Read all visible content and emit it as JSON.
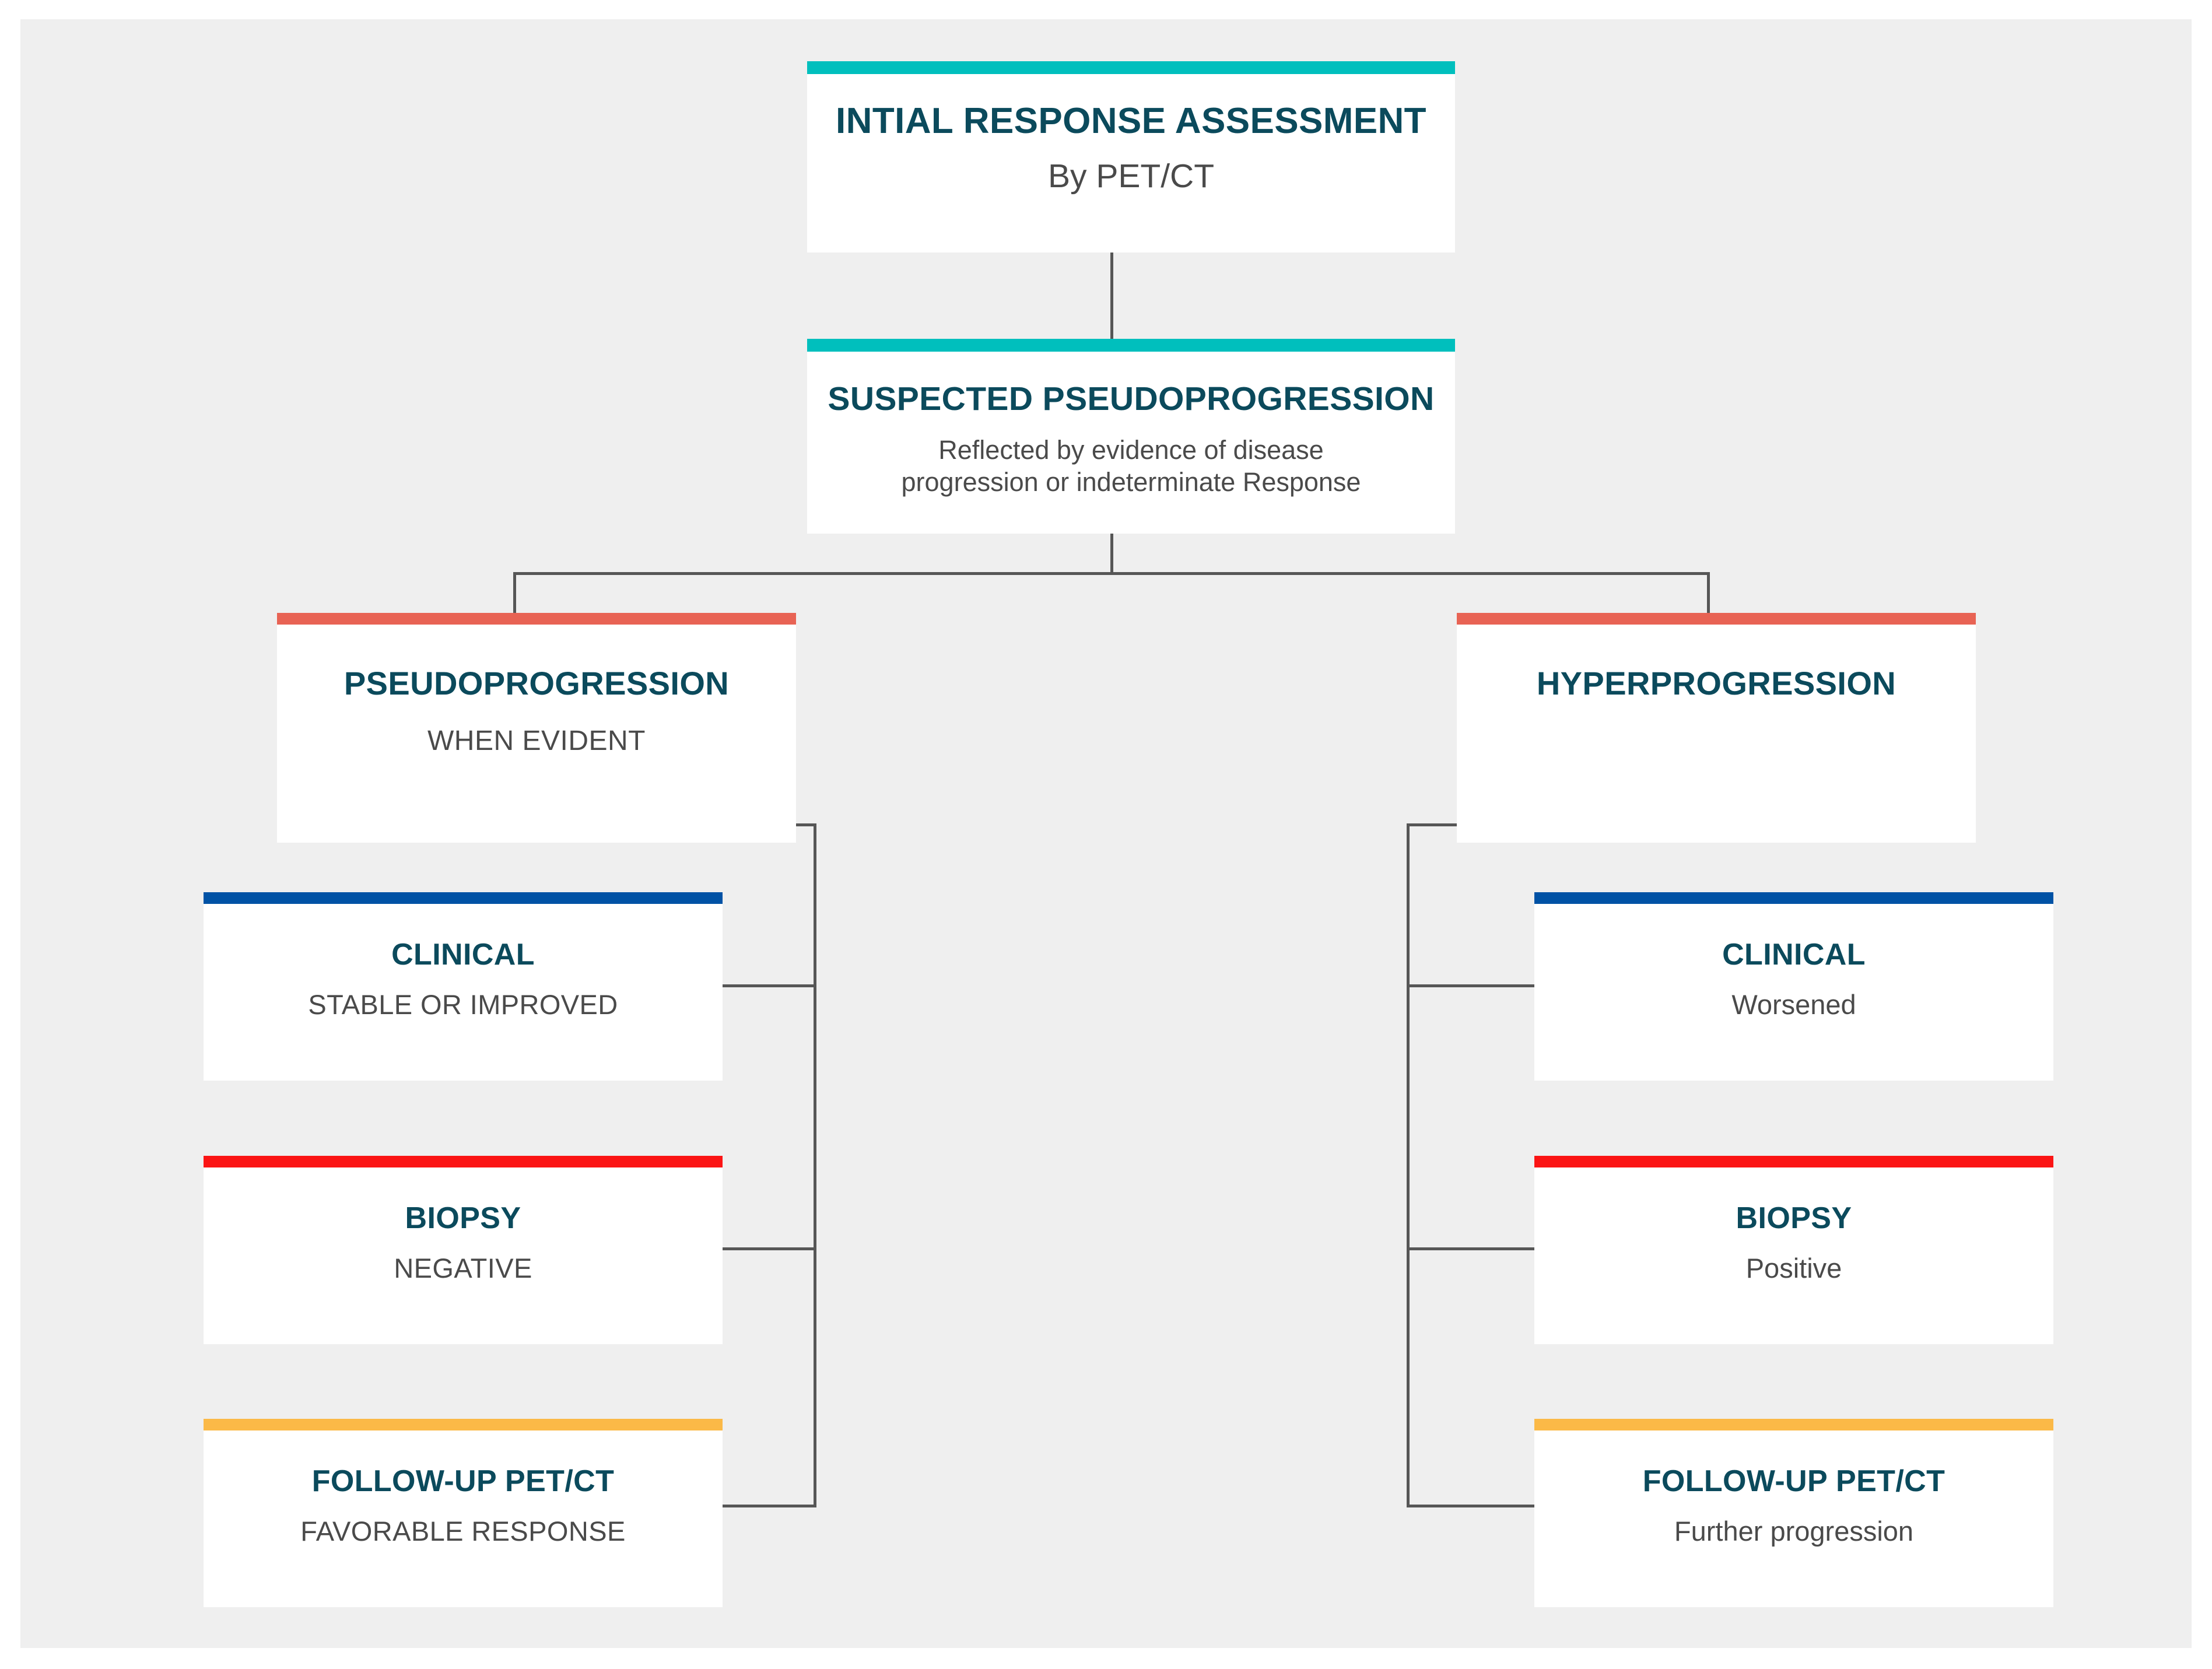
{
  "page": {
    "background": "#ffffff",
    "canvas_background": "#efefef",
    "title_color": "#0b4a5c",
    "subtitle_color": "#4a4a4a",
    "connector_color": "#565656"
  },
  "colors": {
    "teal": "#00bfbd",
    "coral": "#e86354",
    "blue": "#0052a5",
    "red": "#fb1414",
    "amber": "#fbb947"
  },
  "flowchart": {
    "type": "decision-tree",
    "root": {
      "id": "root",
      "title": "INTIAL RESPONSE ASSESSMENT",
      "subtitle": "By PET/CT",
      "accent": "#00bfbd"
    },
    "suspected": {
      "id": "suspected",
      "title": "SUSPECTED PSEUDOPROGRESSION",
      "subtitle": "Reflected by evidence of disease progression or indeterminate Response",
      "accent": "#00bfbd"
    },
    "branches": [
      {
        "id": "pseudoprogression",
        "title": "PSEUDOPROGRESSION",
        "subtitle": "WHEN EVIDENT",
        "accent": "#e86354",
        "children": [
          {
            "id": "left-clinical",
            "title": "CLINICAL",
            "subtitle": "STABLE OR IMPROVED",
            "accent": "#0052a5"
          },
          {
            "id": "left-biopsy",
            "title": "BIOPSY",
            "subtitle": "NEGATIVE",
            "accent": "#fb1414"
          },
          {
            "id": "left-followup",
            "title": "FOLLOW-UP PET/CT",
            "subtitle": "FAVORABLE RESPONSE",
            "accent": "#fbb947"
          }
        ]
      },
      {
        "id": "hyperprogression",
        "title": "HYPERPROGRESSION",
        "subtitle": "",
        "accent": "#e86354",
        "children": [
          {
            "id": "right-clinical",
            "title": "CLINICAL",
            "subtitle": "Worsened",
            "accent": "#0052a5"
          },
          {
            "id": "right-biopsy",
            "title": "BIOPSY",
            "subtitle": "Positive",
            "accent": "#fb1414"
          },
          {
            "id": "right-followup",
            "title": "FOLLOW-UP PET/CT",
            "subtitle": "Further progression",
            "accent": "#fbb947"
          }
        ]
      }
    ]
  }
}
